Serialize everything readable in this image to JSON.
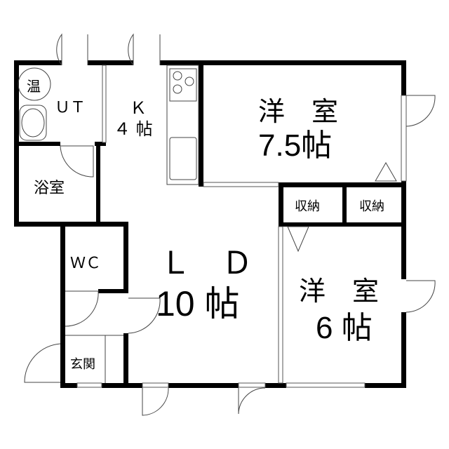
{
  "rooms": {
    "ut": "ＵＴ",
    "heater": "温",
    "kitchen_name": "Ｋ",
    "kitchen_size": "４ 帖",
    "bath": "浴室",
    "western1_name": "洋　室",
    "western1_size": "7.5帖",
    "storage1": "収納",
    "storage2": "収納",
    "wc": "ＷＣ",
    "ld_name": "Ｌ　Ｄ",
    "ld_size": "10 帖",
    "western2_name": "洋　室",
    "western2_size": "6 帖",
    "entrance": "玄関"
  },
  "colors": {
    "wall": "#000000",
    "fixture": "#555555"
  }
}
